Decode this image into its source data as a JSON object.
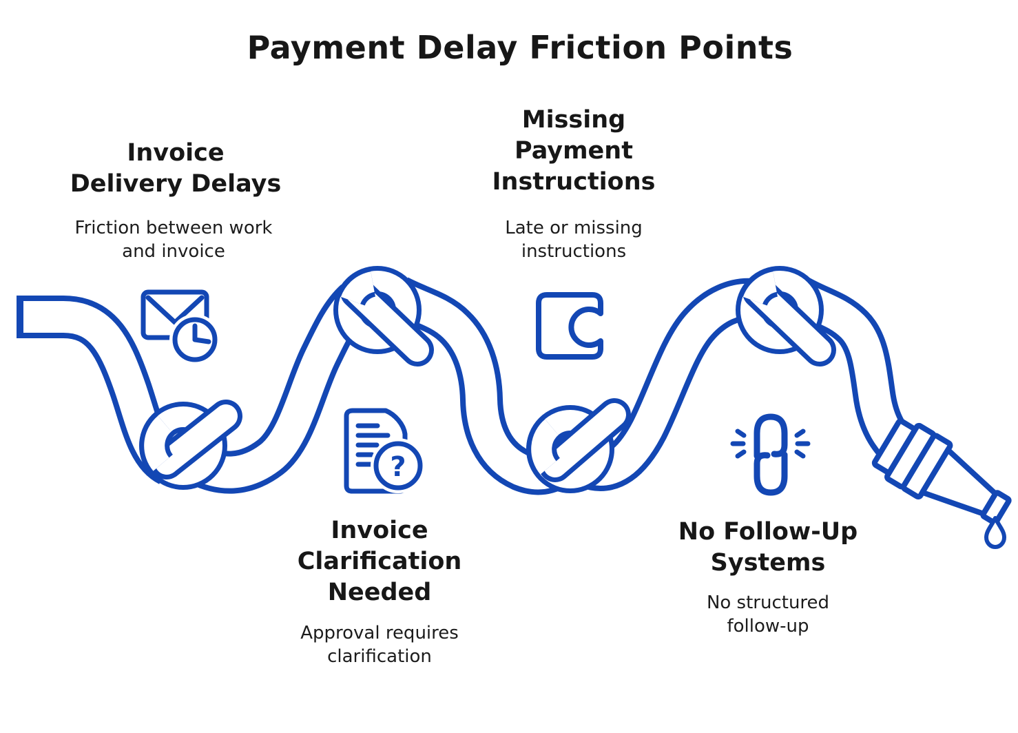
{
  "title": "Payment Delay Friction Points",
  "colors": {
    "accent": "#1347b4",
    "text": "#171717",
    "background": "#ffffff"
  },
  "illustration": {
    "type": "knotted-hose-with-nozzle",
    "knots": 4,
    "drip": true
  },
  "sections": [
    {
      "id": "invoice-delivery-delays",
      "heading": "Invoice Delivery Delays",
      "heading_lines": [
        "Invoice",
        "Delivery Delays"
      ],
      "description": "Friction between work and invoice",
      "description_lines": [
        "Friction between work",
        "and invoice"
      ],
      "icon": "envelope-clock-icon"
    },
    {
      "id": "missing-payment-instructions",
      "heading": "Missing Payment Instructions",
      "heading_lines": [
        "Missing",
        "Payment",
        "Instructions"
      ],
      "description": "Late or missing instructions",
      "description_lines": [
        "Late or missing",
        "instructions"
      ],
      "icon": "puzzle-piece-icon"
    },
    {
      "id": "invoice-clarification-needed",
      "heading": "Invoice Clarification Needed",
      "heading_lines": [
        "Invoice",
        "Clarification",
        "Needed"
      ],
      "description": "Approval requires clarification",
      "description_lines": [
        "Approval requires",
        "clarification"
      ],
      "icon": "document-question-icon"
    },
    {
      "id": "no-follow-up-systems",
      "heading": "No Follow-Up Systems",
      "heading_lines": [
        "No Follow-Up",
        "Systems"
      ],
      "description": "No structured follow-up",
      "description_lines": [
        "No structured",
        "follow-up"
      ],
      "icon": "broken-link-icon"
    }
  ],
  "icon_glyphs": {
    "question_mark": "?"
  }
}
